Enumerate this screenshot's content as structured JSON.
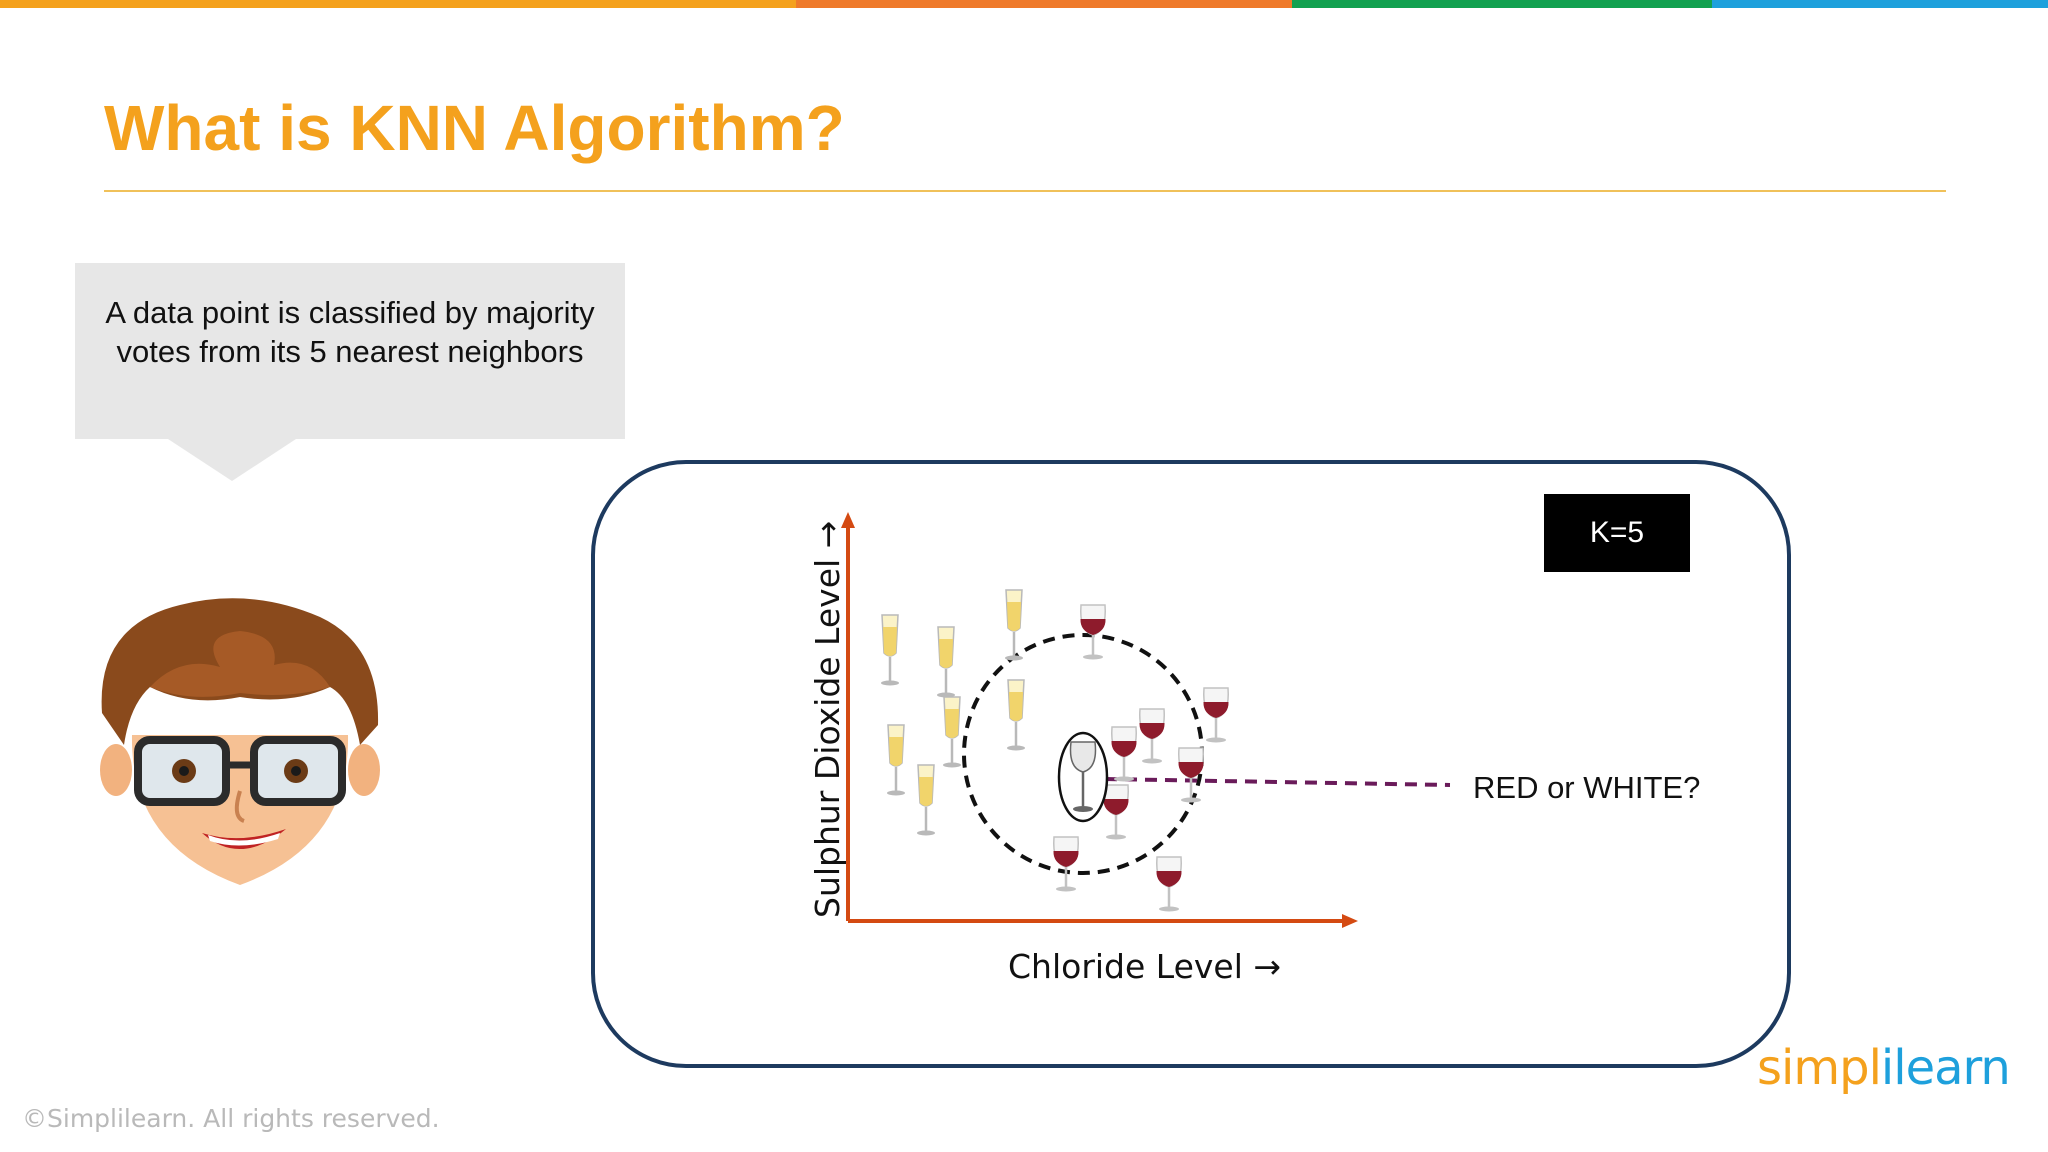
{
  "colors": {
    "accent": "#f4a11d",
    "panel_border": "#1d3a5f",
    "axis": "#d44a12",
    "dashed_link": "#6a1b5a",
    "top_bar": [
      "#f4a11d",
      "#ef7a2a",
      "#12a150",
      "#1ea0dc"
    ]
  },
  "slide": {
    "title": "What is KNN Algorithm?",
    "bubble_text": "A data point is classified by majority votes from its 5 nearest neighbors"
  },
  "diagram": {
    "k_label": "K=5",
    "question": "RED or WHITE?",
    "x_label": "Chloride Level →",
    "y_label": "Sulphur Dioxide Level →",
    "classes": [
      "white-wine-glass",
      "red-wine-glass",
      "unknown-glass"
    ],
    "neighbor_count": 5
  },
  "footer": {
    "copyright": "©Simplilearn. All rights reserved.",
    "logo_part1": "simpl",
    "logo_part2": "ilearn"
  }
}
